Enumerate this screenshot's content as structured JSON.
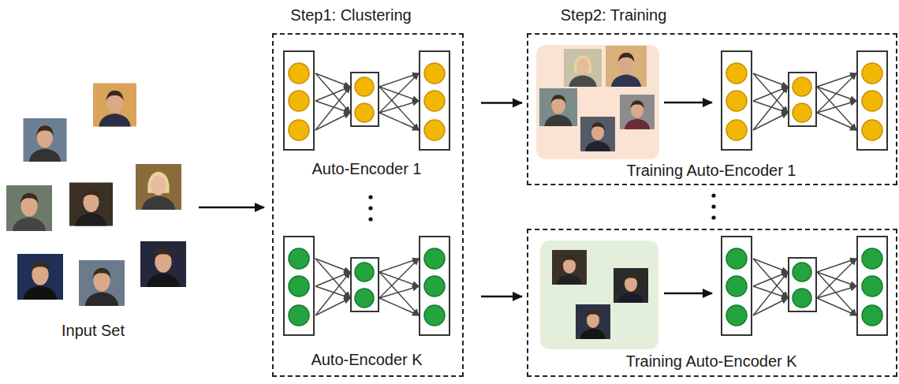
{
  "diagram": {
    "nodes": [
      {
        "text": [
          "Step1: Clustering",
          "Auto-Encoder 1",
          "Auto-Encoder K"
        ]
      },
      {
        "text": [
          "Step2: Training",
          "Training Auto-Encoder 1"
        ]
      },
      {
        "text": [
          "Training Auto-Encoder K"
        ]
      }
    ],
    "edges": [
      {
        "from": 0,
        "to": 1,
        "arrow": "to"
      },
      {
        "from": 0,
        "to": 2,
        "arrow": "to"
      }
    ],
    "labels": [
      "Input Set"
    ]
  }
}
